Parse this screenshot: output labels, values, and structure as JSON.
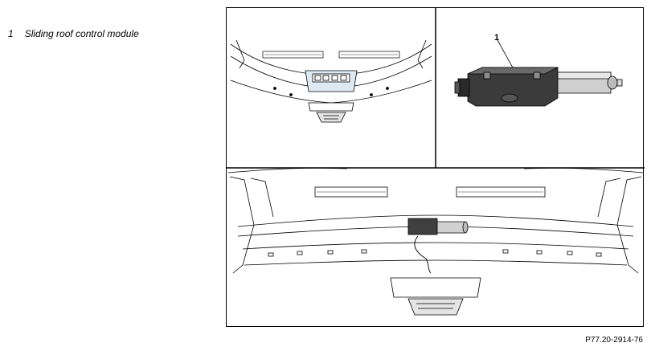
{
  "legend": {
    "number": "1",
    "label": "Sliding roof control module"
  },
  "callout": {
    "number": "1"
  },
  "figure_id": "P77.20-2914-76"
}
